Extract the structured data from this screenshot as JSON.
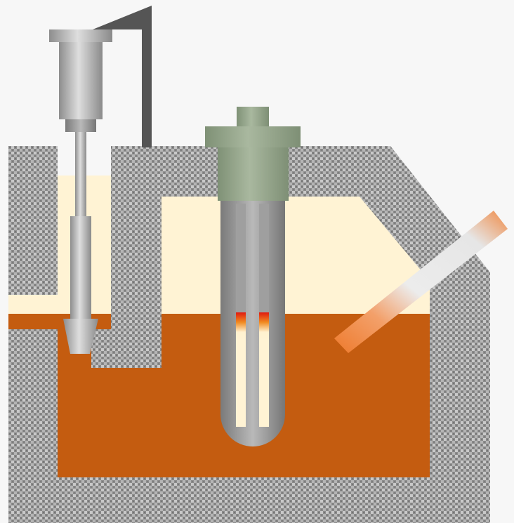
{
  "diagram": {
    "components": [
      {
        "id": "furnace-refractory-wall",
        "kind": "insulated wall"
      },
      {
        "id": "molten-metal-bath",
        "kind": "liquid"
      },
      {
        "id": "heated-headspace",
        "kind": "gas space"
      },
      {
        "id": "immersion-heater-tube",
        "kind": "heater"
      },
      {
        "id": "heater-terminal-head",
        "kind": "connector head"
      },
      {
        "id": "stopper-rod-plunger",
        "kind": "dosing valve"
      },
      {
        "id": "plunger-support-bracket",
        "kind": "bracket"
      },
      {
        "id": "thermocouple-probe",
        "kind": "sensor"
      }
    ],
    "colors": {
      "background": "#f7f7f7",
      "refractory": "#8a8a8a",
      "refractory_dot": "#cfcfcf",
      "molten_metal": "#c45c10",
      "headspace": "#fff3d4",
      "heater_tube": "#9a9a9a",
      "heater_head": "#95a58a",
      "heating_element_glow": "#e02010",
      "probe_tip": "#f07a2a",
      "probe_body": "#eeeeee",
      "bracket": "#555555"
    }
  }
}
